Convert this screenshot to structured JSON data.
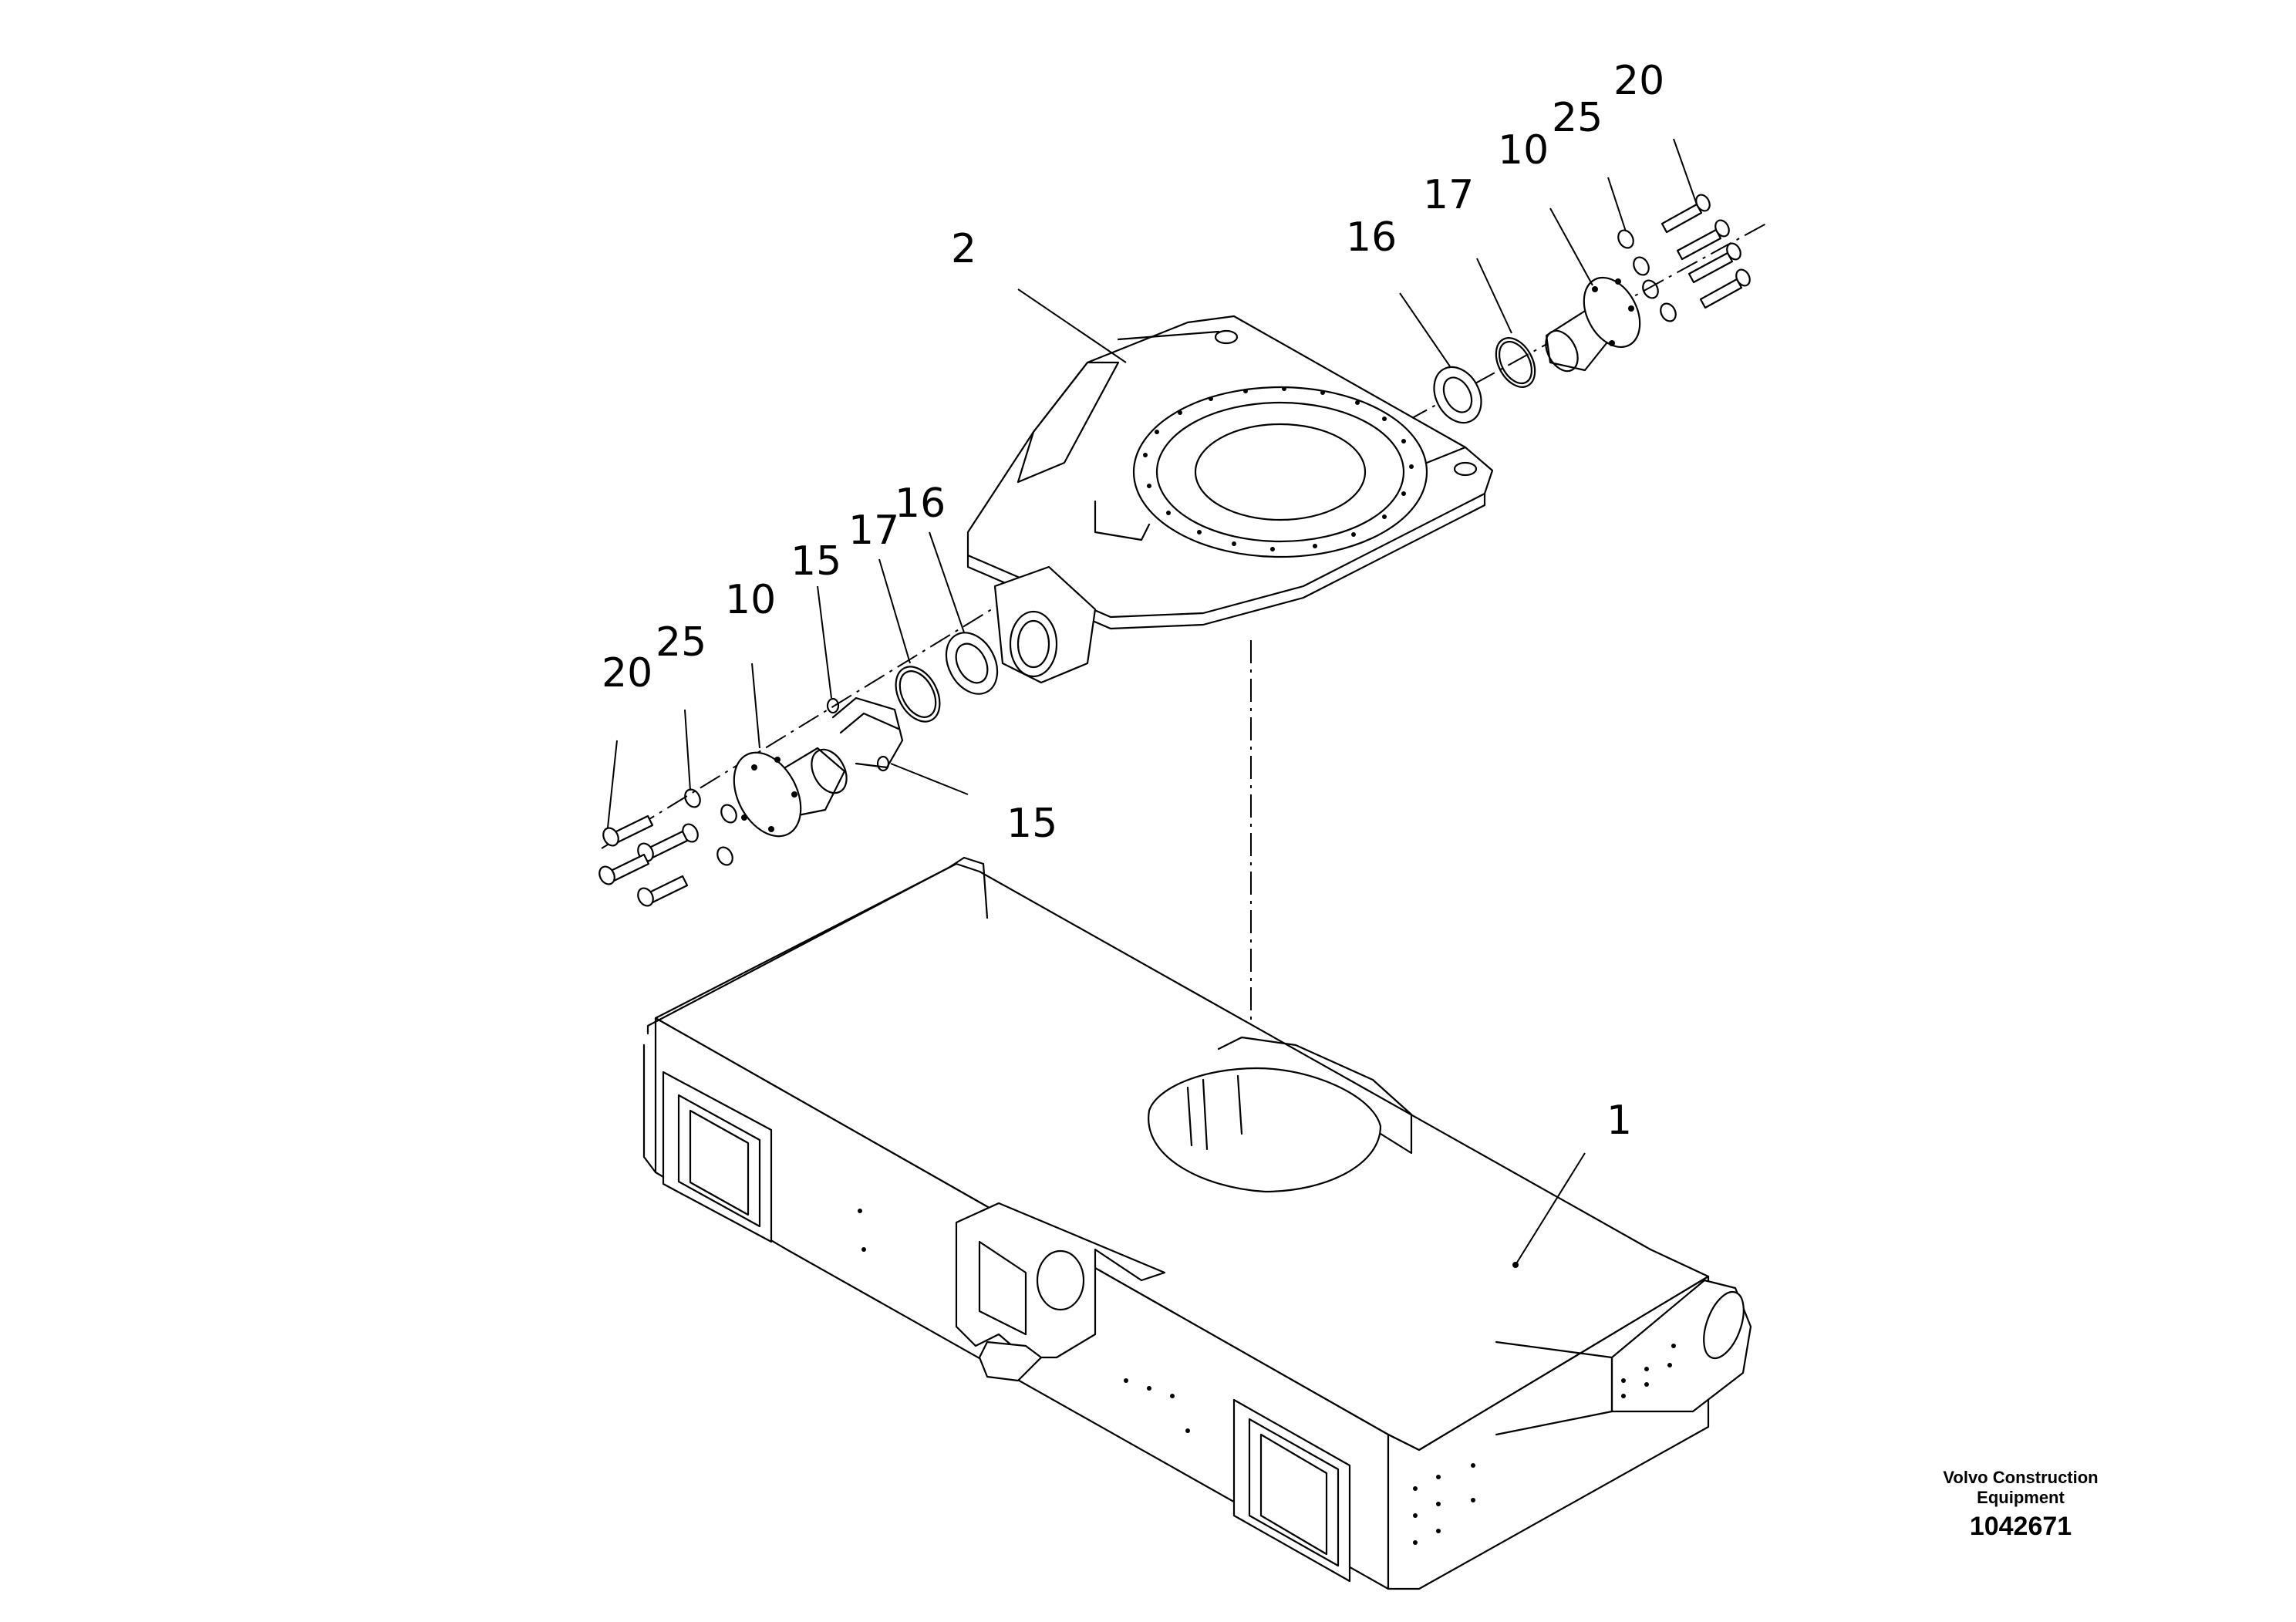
{
  "callouts": {
    "c1": "1",
    "c2": "2",
    "c10a": "10",
    "c10b": "10",
    "c15a": "15",
    "c15b": "15",
    "c16a": "16",
    "c16b": "16",
    "c17a": "17",
    "c17b": "17",
    "c20a": "20",
    "c20b": "20",
    "c25a": "25",
    "c25b": "25"
  },
  "footer": {
    "company": "Volvo Construction Equipment",
    "part_number": "1042671"
  }
}
